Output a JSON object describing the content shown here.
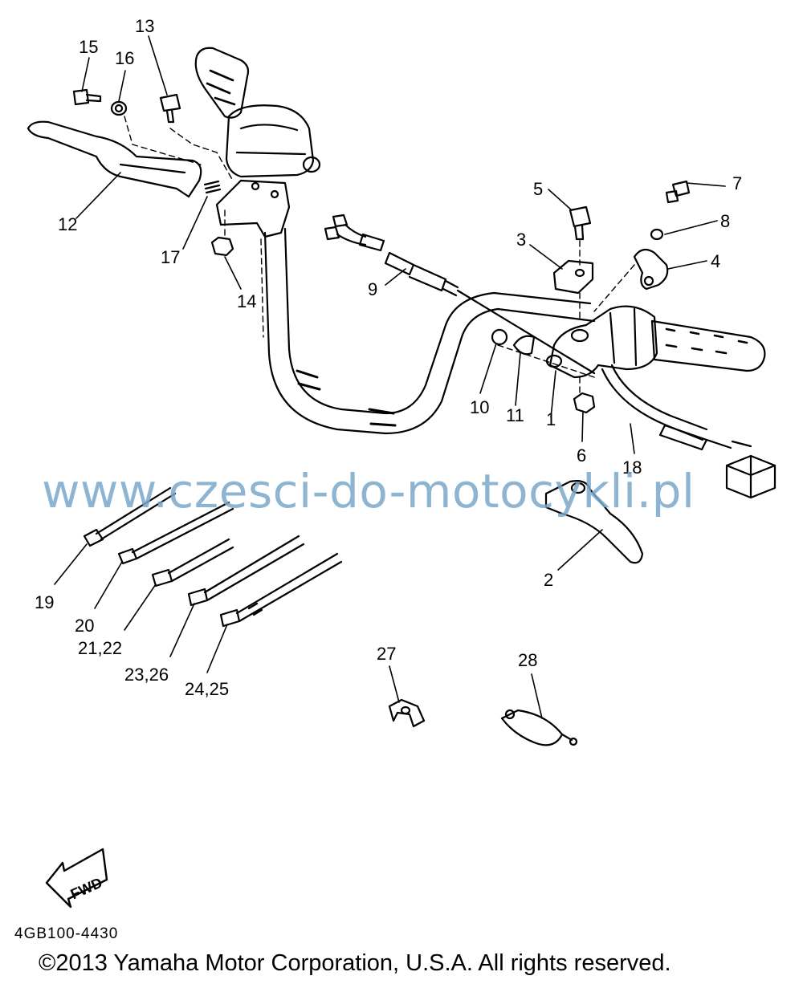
{
  "diagram": {
    "part_labels": [
      {
        "id": "p15",
        "text": "15"
      },
      {
        "id": "p16",
        "text": "16"
      },
      {
        "id": "p13",
        "text": "13"
      },
      {
        "id": "p12",
        "text": "12"
      },
      {
        "id": "p17",
        "text": "17"
      },
      {
        "id": "p14",
        "text": "14"
      },
      {
        "id": "p5",
        "text": "5"
      },
      {
        "id": "p7",
        "text": "7"
      },
      {
        "id": "p8",
        "text": "8"
      },
      {
        "id": "p3",
        "text": "3"
      },
      {
        "id": "p4",
        "text": "4"
      },
      {
        "id": "p9",
        "text": "9"
      },
      {
        "id": "p10",
        "text": "10"
      },
      {
        "id": "p11",
        "text": "11"
      },
      {
        "id": "p1",
        "text": "1"
      },
      {
        "id": "p6",
        "text": "6"
      },
      {
        "id": "p18",
        "text": "18"
      },
      {
        "id": "p2",
        "text": "2"
      },
      {
        "id": "p19",
        "text": "19"
      },
      {
        "id": "p20",
        "text": "20"
      },
      {
        "id": "p21_22",
        "text": "21,22"
      },
      {
        "id": "p23_26",
        "text": "23,26"
      },
      {
        "id": "p24_25",
        "text": "24,25"
      },
      {
        "id": "p27",
        "text": "27"
      },
      {
        "id": "p28",
        "text": "28"
      }
    ],
    "fwd_arrow_text": "FWD",
    "catalog_code": "4GB100-4430"
  },
  "watermark": "www.czesci-do-motocykli.pl",
  "copyright": "©2013 Yamaha Motor Corporation, U.S.A. All rights reserved.",
  "colors": {
    "line": "#000000",
    "watermark": "#7aa8c8",
    "background": "#ffffff"
  }
}
